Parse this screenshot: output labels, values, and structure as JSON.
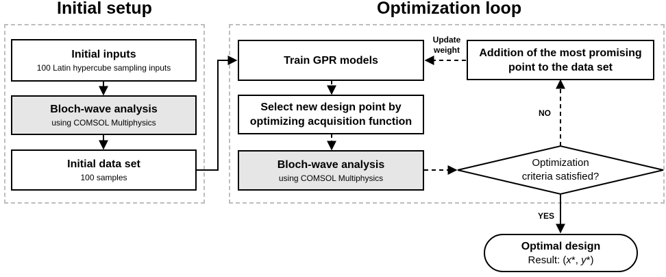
{
  "titles": {
    "left": "Initial setup",
    "right": "Optimization loop"
  },
  "setup": {
    "inputs": {
      "title": "Initial inputs",
      "subtitle": "100 Latin hypercube sampling inputs"
    },
    "bloch": {
      "title": "Bloch-wave analysis",
      "subtitle": "using COMSOL Multiphysics"
    },
    "dataset": {
      "title": "Initial data set",
      "subtitle": "100 samples"
    }
  },
  "loop": {
    "train": {
      "title": "Train GPR models"
    },
    "select": {
      "title_line1": "Select new design point by",
      "title_line2": "optimizing acquisition function"
    },
    "bloch": {
      "title": "Bloch-wave analysis",
      "subtitle": "using COMSOL Multiphysics"
    },
    "addition": {
      "title_line1": "Addition of the most promising",
      "title_line2": "point to the data set"
    },
    "decision": {
      "line1": "Optimization",
      "line2": "criteria satisfied?"
    },
    "update_label": {
      "line1": "Update",
      "line2": "weight"
    },
    "no_label": "NO",
    "yes_label": "YES"
  },
  "result": {
    "title": "Optimal design",
    "prefix": "Result: (",
    "x": "x",
    "star1": "*",
    "sep": ", ",
    "y": "y",
    "star2": "*",
    "suffix": ")"
  }
}
